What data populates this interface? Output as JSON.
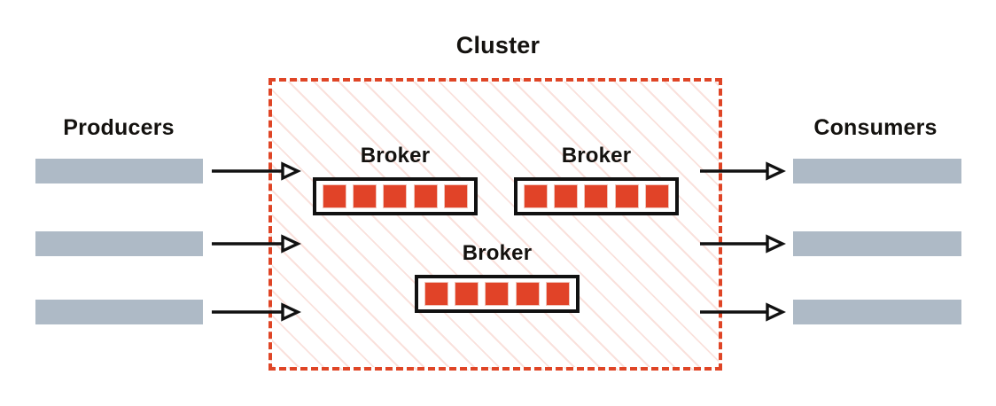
{
  "diagram": {
    "title": "Cluster",
    "colors": {
      "cluster_border": "#df4526",
      "cluster_hatch": "#f7cfc6",
      "partition": "#e14328",
      "stream_bar": "#aebac6",
      "broker_border": "#111111",
      "text": "#14120f",
      "background": "#ffffff"
    },
    "left_group": {
      "label": "Producers",
      "bars": [
        {
          "name": "producer-bar-1"
        },
        {
          "name": "producer-bar-2"
        },
        {
          "name": "producer-bar-3"
        }
      ]
    },
    "right_group": {
      "label": "Consumers",
      "bars": [
        {
          "name": "consumer-bar-1"
        },
        {
          "name": "consumer-bar-2"
        },
        {
          "name": "consumer-bar-3"
        }
      ]
    },
    "brokers": [
      {
        "label": "Broker",
        "partitions": 5
      },
      {
        "label": "Broker",
        "partitions": 5
      },
      {
        "label": "Broker",
        "partitions": 5
      }
    ],
    "arrows": {
      "inbound": [
        {
          "name": "producer-arrow-1"
        },
        {
          "name": "producer-arrow-2"
        },
        {
          "name": "producer-arrow-3"
        }
      ],
      "outbound": [
        {
          "name": "consumer-arrow-1"
        },
        {
          "name": "consumer-arrow-2"
        },
        {
          "name": "consumer-arrow-3"
        }
      ]
    }
  }
}
